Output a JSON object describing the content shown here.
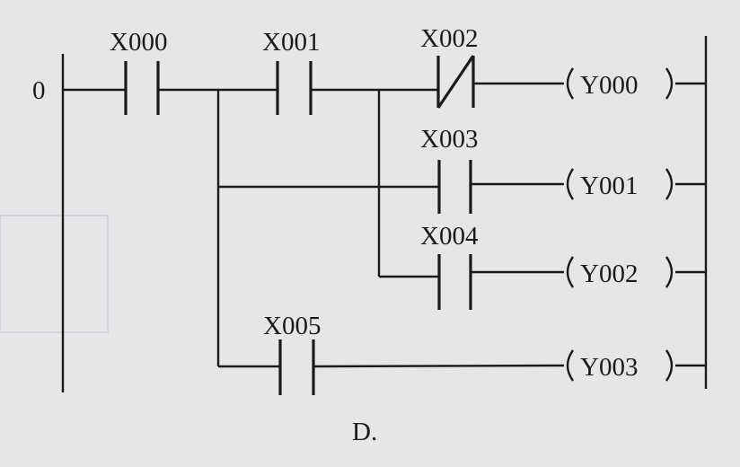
{
  "diagram": {
    "type": "ladder",
    "step_number": "0",
    "option_label": "D.",
    "contacts": [
      {
        "id": "X000",
        "kind": "normally-open"
      },
      {
        "id": "X001",
        "kind": "normally-open"
      },
      {
        "id": "X002",
        "kind": "normally-closed"
      },
      {
        "id": "X003",
        "kind": "normally-open"
      },
      {
        "id": "X004",
        "kind": "normally-open"
      },
      {
        "id": "X005",
        "kind": "normally-open"
      }
    ],
    "coils": [
      {
        "id": "Y000"
      },
      {
        "id": "Y001"
      },
      {
        "id": "Y002"
      },
      {
        "id": "Y003"
      }
    ]
  }
}
